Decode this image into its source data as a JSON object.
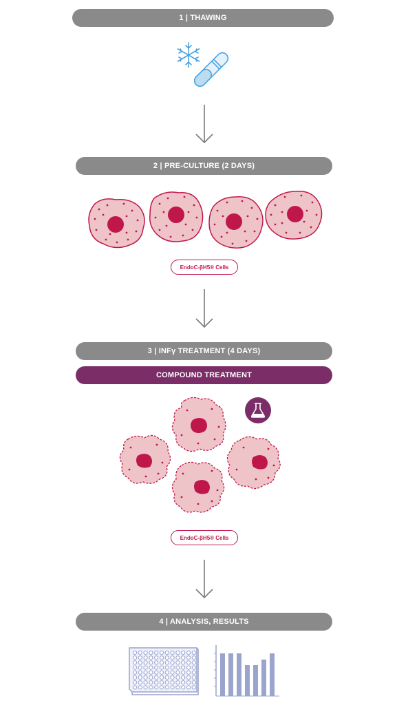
{
  "steps": [
    {
      "label": "1  |  THAWING",
      "color": "#8a8a8a"
    },
    {
      "label": "2  | PRE-CULTURE (2 DAYS)",
      "color": "#8a8a8a"
    },
    {
      "label": "3  | INFγ TREATMENT (4 DAYS)",
      "color": "#8a8a8a"
    },
    {
      "label": "4  | ANALYSIS, RESULTS",
      "color": "#8a8a8a"
    }
  ],
  "compound": {
    "label": "COMPOUND TREATMENT",
    "color": "#7b2d68"
  },
  "cells": {
    "label_1": "EndoC-βH5® Cells",
    "label_2": "EndoC-βH5® Cells",
    "fill": "#efc4c8",
    "outline": "#c0174b",
    "nucleus": "#c0174b"
  },
  "icons": [
    "snowflake-icon",
    "vial-icon",
    "flask-icon",
    "well-plate-icon",
    "bar-chart-icon"
  ],
  "colors": {
    "arrow": "#7a7a7a",
    "ice": "#4aa3df",
    "results": "#9aa4cc"
  }
}
